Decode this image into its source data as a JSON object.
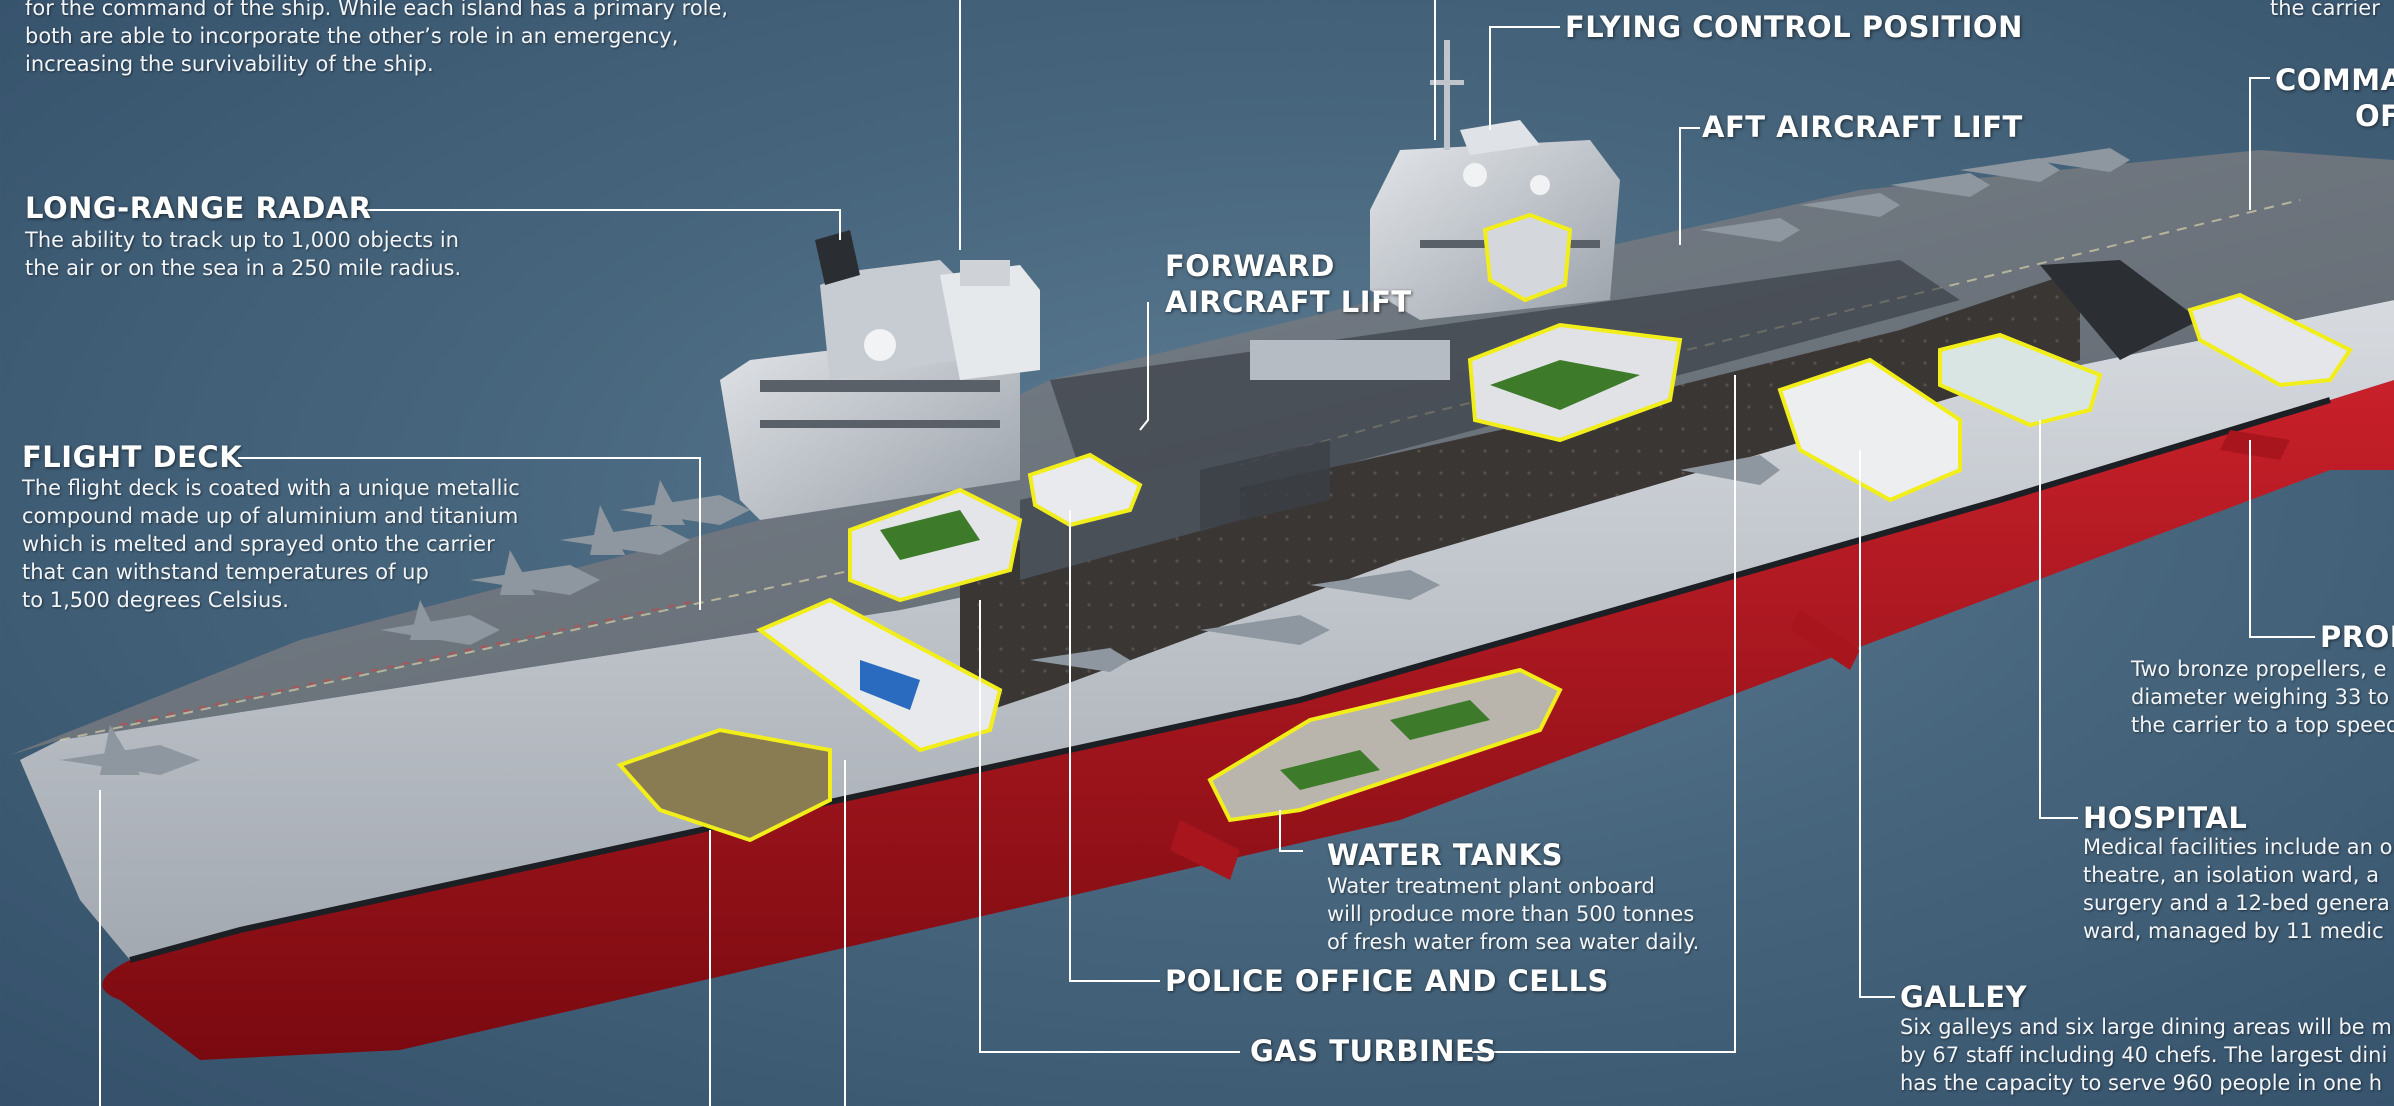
{
  "colors": {
    "background": "#47667d",
    "hull_red": "#b3141c",
    "deck_grey": "#6f7780",
    "highlight_yellow": "#f2ee1a",
    "room_green": "#3d7a2a",
    "leader_line": "#ffffff"
  },
  "intro_text": {
    "lines": [
      "for the command of the ship. While each island has a primary role,",
      "both are able to incorporate the other’s role in an emergency,",
      "increasing the survivability of the ship."
    ]
  },
  "top_right_fragment": "the carrier",
  "labels": {
    "long_range_radar": {
      "title": "LONG-RANGE RADAR",
      "lines": [
        "The ability to track up to 1,000 objects in",
        "the air or on the sea in a 250 mile radius."
      ]
    },
    "flight_deck": {
      "title": "FLIGHT DECK",
      "lines": [
        "The flight deck is coated with a unique metallic",
        "compound made up of aluminium and titanium",
        "which is melted and sprayed onto the carrier",
        "that can withstand temperatures of up",
        "to 1,500 degrees Celsius."
      ]
    },
    "forward_aircraft_lift": {
      "line1": "FORWARD",
      "line2": "AIRCRAFT LIFT"
    },
    "flying_control_position": {
      "title": "FLYING CONTROL POSITION"
    },
    "aft_aircraft_lift": {
      "title": "AFT AIRCRAFT LIFT"
    },
    "command_office": {
      "line1": "COMMA",
      "line2": "OF"
    },
    "propellers": {
      "title": "PROP",
      "lines": [
        "Two bronze propellers, e",
        "diameter weighing 33 to",
        "the carrier to a top speed"
      ]
    },
    "hospital": {
      "title": "HOSPITAL",
      "lines": [
        "Medical facilities include an o",
        "theatre, an isolation ward, a",
        "surgery and a 12-bed genera",
        "ward, managed by 11 medic"
      ]
    },
    "water_tanks": {
      "title": "WATER TANKS",
      "lines": [
        "Water treatment plant onboard",
        "will produce more than 500 tonnes",
        "of fresh water from sea water daily."
      ]
    },
    "police_office": {
      "title": "POLICE OFFICE AND CELLS"
    },
    "gas_turbines": {
      "title": "GAS TURBINES"
    },
    "galley": {
      "title": "GALLEY",
      "lines": [
        "Six galleys and six large dining areas will be m",
        "by 67 staff including 40 chefs. The largest dini",
        "has the capacity to serve 960 people in one h"
      ]
    }
  }
}
